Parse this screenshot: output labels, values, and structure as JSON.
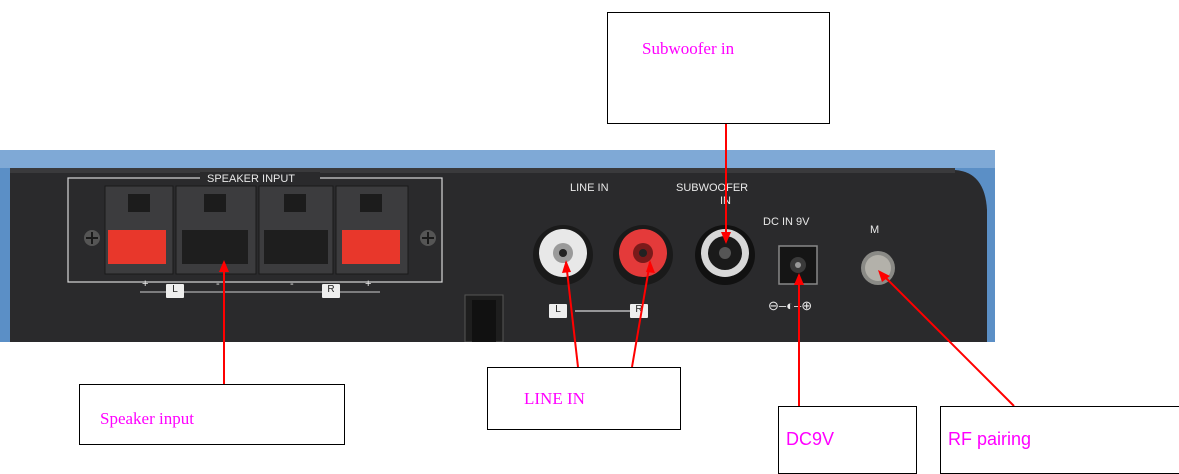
{
  "panel": {
    "speaker_input_label": "SPEAKER INPUT",
    "plus": "+",
    "minus": "-",
    "left_tag": "L",
    "right_tag": "R",
    "line_in_label": "LINE IN",
    "subwoofer_label_1": "SUBWOOFER",
    "subwoofer_label_2": "IN",
    "dc_in_label": "DC IN 9V",
    "m_label": "M",
    "polarity": "⊖–◐–⊕"
  },
  "callouts": {
    "subwoofer_in": "Subwoofer in",
    "speaker_input": "Speaker input",
    "line_in": "LINE IN",
    "dc9v": "DC9V",
    "rf_pairing": "RF pairing"
  },
  "colors": {
    "background": "#5b8fc6",
    "device_body": "#2a2a2c",
    "spring_red": "#e8372b",
    "leader_line": "#ff0000",
    "callout_text": "#ff00ff"
  }
}
